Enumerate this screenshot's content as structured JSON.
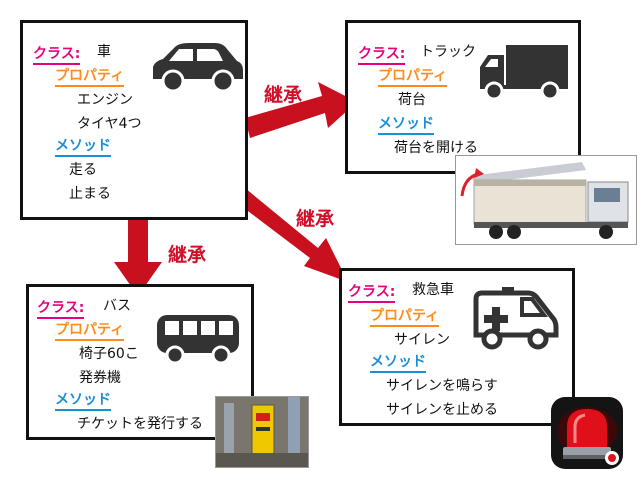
{
  "colors": {
    "class": "#e6007e",
    "property": "#ff8c1a",
    "method": "#1a8fd6",
    "arrow": "#c8101f"
  },
  "labels": {
    "class": "クラス:",
    "property": "プロパティ",
    "method": "メソッド"
  },
  "inherit": "継承",
  "car": {
    "name": "車",
    "icon": "car-icon",
    "props": [
      "エンジン",
      "タイヤ4つ"
    ],
    "methods": [
      "走る",
      "止まる"
    ]
  },
  "truck": {
    "name": "トラック",
    "icon": "truck-icon",
    "props": [
      "荷台"
    ],
    "methods": [
      "荷台を開ける"
    ]
  },
  "bus": {
    "name": "バス",
    "icon": "bus-icon",
    "props": [
      "椅子60こ",
      "発券機"
    ],
    "methods": [
      "チケットを発行する"
    ]
  },
  "ambulance": {
    "name": "救急車",
    "icon": "ambulance-icon",
    "props": [
      "サイレン"
    ],
    "methods": [
      "サイレンを鳴らす",
      "サイレンを止める"
    ]
  }
}
